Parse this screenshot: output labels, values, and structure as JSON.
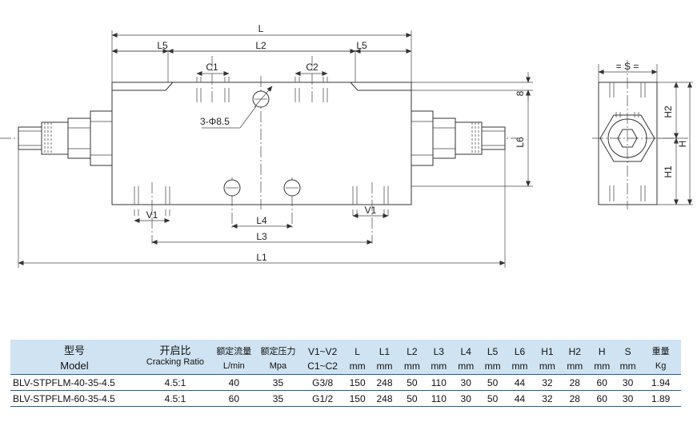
{
  "drawing": {
    "dim_labels": {
      "L": "L",
      "L5": "L5",
      "L2": "L2",
      "C1": "C1",
      "C2": "C2",
      "hole": "3-Φ8.5",
      "eight": "8",
      "L6": "L6",
      "V1": "V1",
      "L4": "L4",
      "L3": "L3",
      "L1": "L1",
      "S": "S",
      "H2": "H2",
      "H1": "H1",
      "H": "H"
    }
  },
  "table": {
    "header_row1": {
      "model_zh": "型号",
      "ratio_zh": "开启比",
      "flow_zh": "额定流量",
      "pressure_zh": "额定压力",
      "v": "V1~V2",
      "L": "L",
      "L1": "L1",
      "L2": "L2",
      "L3": "L3",
      "L4": "L4",
      "L5": "L5",
      "L6": "L6",
      "H1": "H1",
      "H2": "H2",
      "H": "H",
      "S": "S",
      "weight_zh": "重量"
    },
    "header_row2": {
      "model_en": "Model",
      "ratio_en": "Cracking Ratio",
      "flow_unit": "L/min",
      "pressure_unit": "Mpa",
      "c": "C1~C2",
      "L": "mm",
      "L1": "mm",
      "L2": "mm",
      "L3": "mm",
      "L4": "mm",
      "L5": "mm",
      "L6": "mm",
      "H1": "mm",
      "H2": "mm",
      "H": "mm",
      "S": "mm",
      "weight_unit": "Kg"
    },
    "rows": [
      {
        "model": "BLV-STPFLM-40-35-4.5",
        "ratio": "4.5:1",
        "flow": "40",
        "pressure": "35",
        "port": "G3/8",
        "L": "150",
        "L1": "248",
        "L2": "50",
        "L3": "110",
        "L4": "30",
        "L5": "50",
        "L6": "44",
        "H1": "32",
        "H2": "28",
        "H": "60",
        "S": "30",
        "weight": "1.94"
      },
      {
        "model": "BLV-STPFLM-60-35-4.5",
        "ratio": "4.5:1",
        "flow": "60",
        "pressure": "35",
        "port": "G1/2",
        "L": "150",
        "L1": "248",
        "L2": "50",
        "L3": "110",
        "L4": "30",
        "L5": "50",
        "L6": "44",
        "H1": "32",
        "H2": "28",
        "H": "60",
        "S": "30",
        "weight": "1.89"
      }
    ]
  }
}
